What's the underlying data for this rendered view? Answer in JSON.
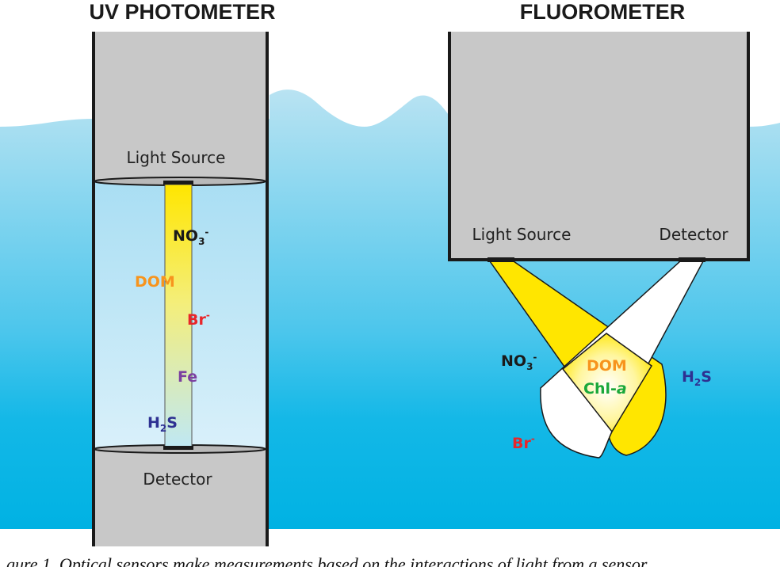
{
  "titles": {
    "left": "UV PHOTOMETER",
    "right": "FLUOROMETER"
  },
  "uv": {
    "light_source": "Light Source",
    "detector": "Detector",
    "no3": {
      "main": "NO",
      "sub": "3",
      "sup": "-"
    },
    "dom": "DOM",
    "br": {
      "main": "Br",
      "sup": "-"
    },
    "fe": "Fe",
    "h2s": {
      "main1": "H",
      "sub": "2",
      "main2": "S"
    }
  },
  "fluoro": {
    "light_source": "Light Source",
    "detector": "Detector",
    "no3": {
      "main": "NO",
      "sub": "3",
      "sup": "-"
    },
    "dom": "DOM",
    "chla": {
      "main": "Chl-",
      "italic": "a"
    },
    "h2s": {
      "main1": "H",
      "sub": "2",
      "main2": "S"
    },
    "br": {
      "main": "Br",
      "sup": "-"
    }
  },
  "caption": "gure 1. Optical sensors make measurements based on the interactions of light from a sensor",
  "colors": {
    "sky_water": "#a8dcef",
    "deep_water": "#00b4e4",
    "housing": "#c9c9c9",
    "beam_yellow": "#ffe600",
    "no3": "#1a1a1a",
    "dom": "#f7941d",
    "br": "#e8262a",
    "fe": "#7b3fa0",
    "h2s": "#2e3192",
    "chla": "#1aa83a"
  }
}
